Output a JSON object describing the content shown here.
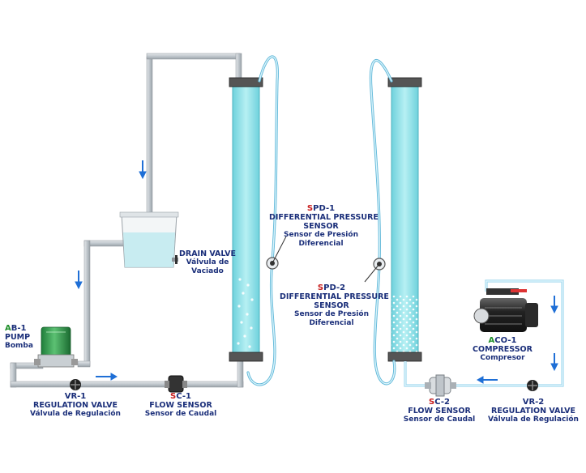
{
  "colors": {
    "pipe": "#bcc3c9",
    "pipe_edge": "#8d949a",
    "air_line": "#a9dcee",
    "air_line_edge": "#5fb7d8",
    "water": "#8fe0e8",
    "arrow": "#1f6fd6",
    "label": "#1b2f7a",
    "prefix_red": "#c81e1e",
    "prefix_green": "#1f8f2a"
  },
  "components": {
    "pump": {
      "prefix": "A",
      "id_rest": "B-1",
      "name_en": "PUMP",
      "name_es": "Bomba"
    },
    "vr1": {
      "id": "VR-1",
      "name_en": "REGULATION VALVE",
      "name_es": "Válvula de Regulación"
    },
    "sc1": {
      "prefix": "S",
      "id_rest": "C-1",
      "name_en": "FLOW SENSOR",
      "name_es": "Sensor de Caudal"
    },
    "drain_valve": {
      "name_en": "DRAIN VALVE",
      "name_es_1": "Válvula de",
      "name_es_2": "Vaciado"
    },
    "spd1": {
      "prefix": "S",
      "id_rest": "PD-1",
      "name_en_1": "DIFFERENTIAL PRESSURE",
      "name_en_2": "SENSOR",
      "name_es_1": "Sensor de Presión",
      "name_es_2": "Diferencial"
    },
    "spd2": {
      "prefix": "S",
      "id_rest": "PD-2",
      "name_en_1": "DIFFERENTIAL PRESSURE",
      "name_en_2": "SENSOR",
      "name_es_1": "Sensor de Presión",
      "name_es_2": "Diferencial"
    },
    "aco1": {
      "prefix": "A",
      "id_rest": "CO-1",
      "name_en": "COMPRESSOR",
      "name_es": "Compresor"
    },
    "sc2": {
      "prefix": "S",
      "id_rest": "C-2",
      "name_en": "FLOW SENSOR",
      "name_es": "Sensor de Caudal"
    },
    "vr2": {
      "id": "VR-2",
      "name_en": "REGULATION VALVE",
      "name_es": "Válvula de Regulación"
    }
  },
  "icons": [
    "pump-icon",
    "valve-icon",
    "flow-sensor-icon",
    "tank-icon",
    "column-icon",
    "pressure-sensor-icon",
    "compressor-icon",
    "flow-arrow-icon"
  ]
}
